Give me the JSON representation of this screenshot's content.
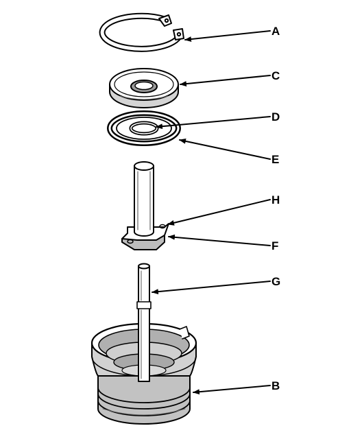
{
  "colors": {
    "ink": "#000000",
    "paper": "#ffffff",
    "shade": "#bdbdbd",
    "shade_dark": "#8c8c8c"
  },
  "callouts": {
    "a": "A",
    "c": "C",
    "d": "D",
    "e": "E",
    "h": "H",
    "f": "F",
    "g": "G",
    "b": "B"
  },
  "parts": [
    "snap-ring",
    "cap-plate",
    "washer",
    "o-ring",
    "guide-tube",
    "base-flange",
    "pin-rod",
    "cylinder-housing"
  ]
}
